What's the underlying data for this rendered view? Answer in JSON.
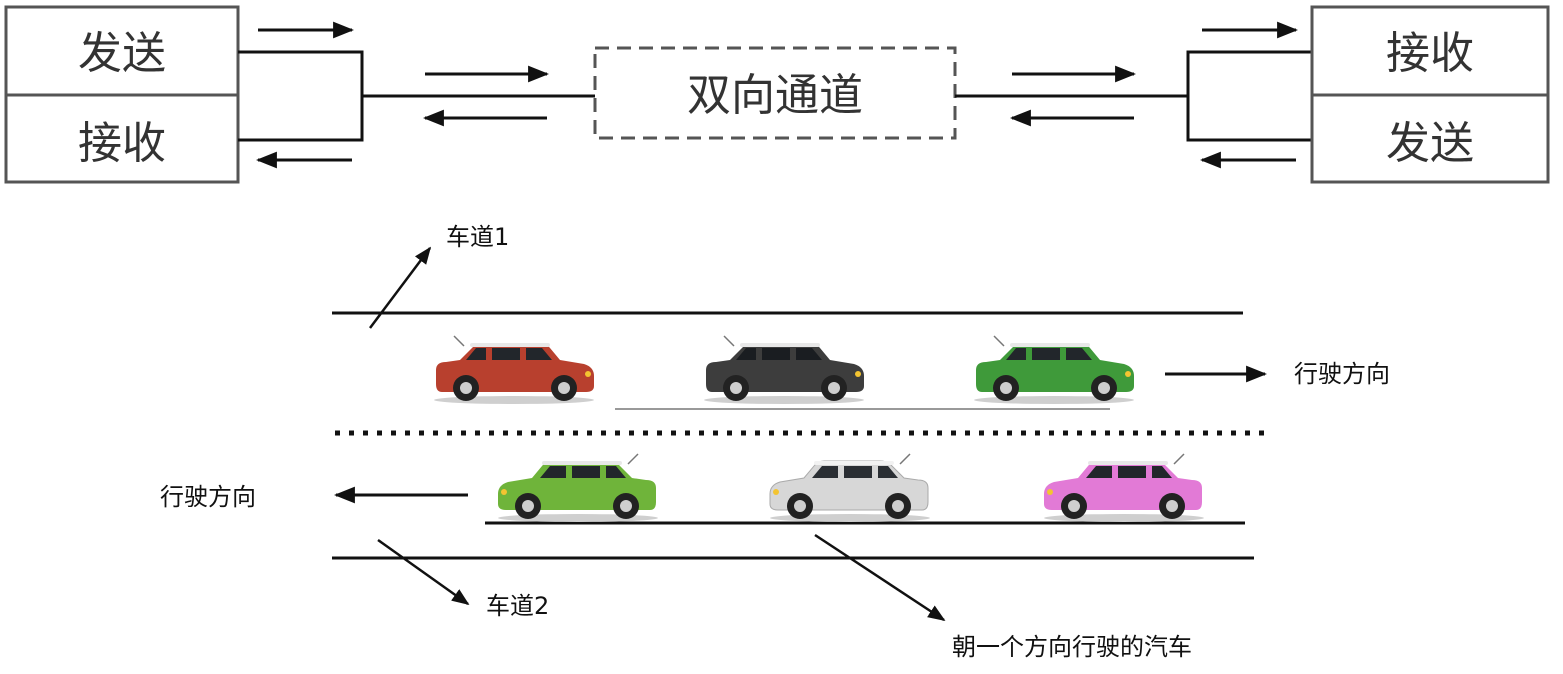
{
  "duplex": {
    "left_box": {
      "top": "发送",
      "bottom": "接收"
    },
    "channel": "双向通道",
    "right_box": {
      "top": "接收",
      "bottom": "发送"
    }
  },
  "road": {
    "lane1_label": "车道1",
    "lane2_label": "车道2",
    "direction_right": "行驶方向",
    "direction_left": "行驶方向",
    "cars_caption": "朝一个方向行驶的汽车"
  },
  "colors": {
    "top_lane_cars": [
      "#b8402e",
      "#3d3d3d",
      "#3f9a3a"
    ],
    "bottom_lane_cars": [
      "#6fb43a",
      "#d7d7d7",
      "#e27ad6"
    ],
    "line": "#111111",
    "box_border": "#555555"
  }
}
